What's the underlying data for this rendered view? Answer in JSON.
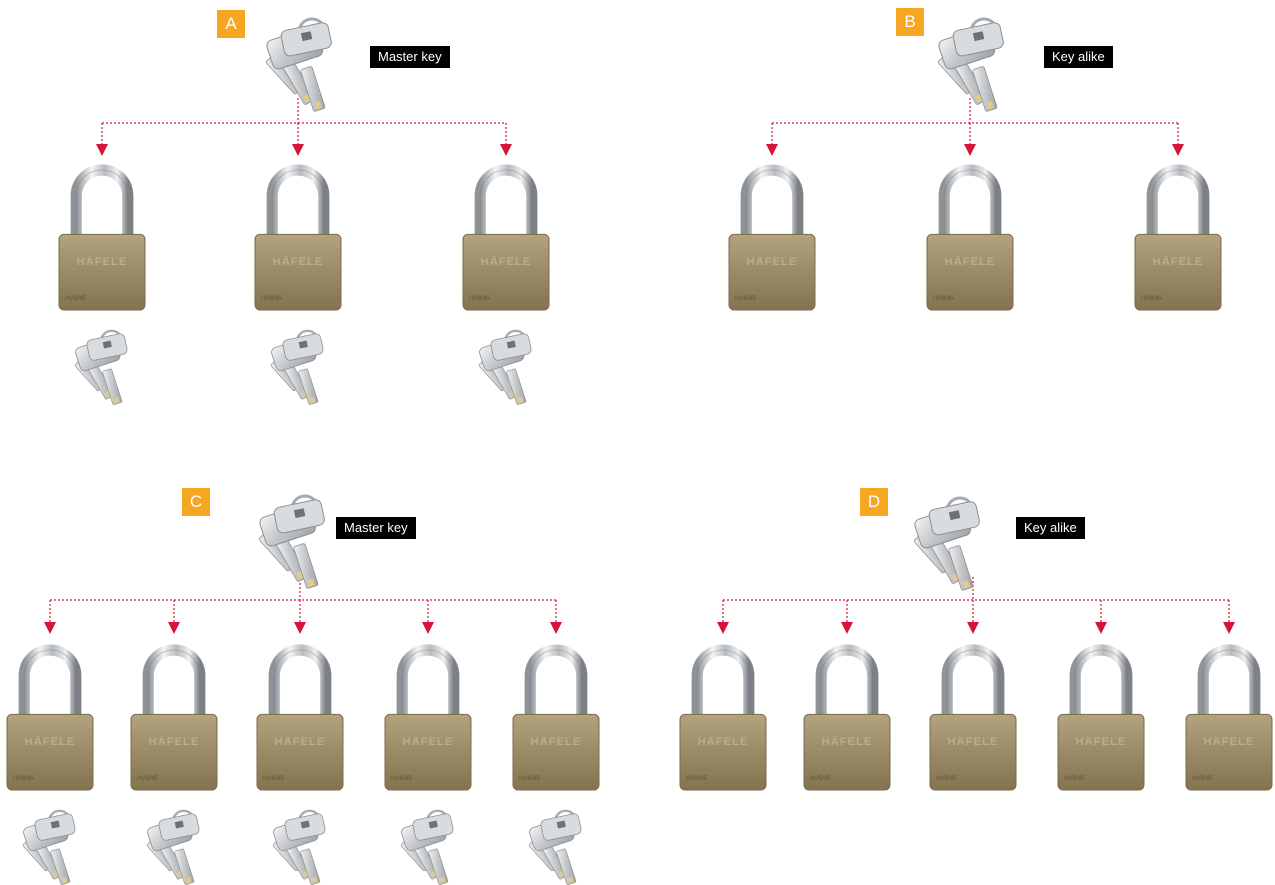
{
  "colors": {
    "badge": "#f5a623",
    "connector": "#d6143b",
    "label_bg": "#000000",
    "lock_body": "#9a8a66",
    "shackle": "#c8cacd"
  },
  "icons": {
    "key_bunch": "key-bunch-icon",
    "padlock": "padlock-icon",
    "arrow": "arrow-down-icon"
  },
  "lock_brand": "HÄFELE",
  "lock_model": "HVB/45",
  "panels": [
    {
      "letter": "A",
      "label": "Master key",
      "locks": 3,
      "keys_per_lock": true
    },
    {
      "letter": "B",
      "label": "Key alike",
      "locks": 3,
      "keys_per_lock": false
    },
    {
      "letter": "C",
      "label": "Master key",
      "locks": 5,
      "keys_per_lock": true
    },
    {
      "letter": "D",
      "label": "Key alike",
      "locks": 5,
      "keys_per_lock": false
    }
  ]
}
